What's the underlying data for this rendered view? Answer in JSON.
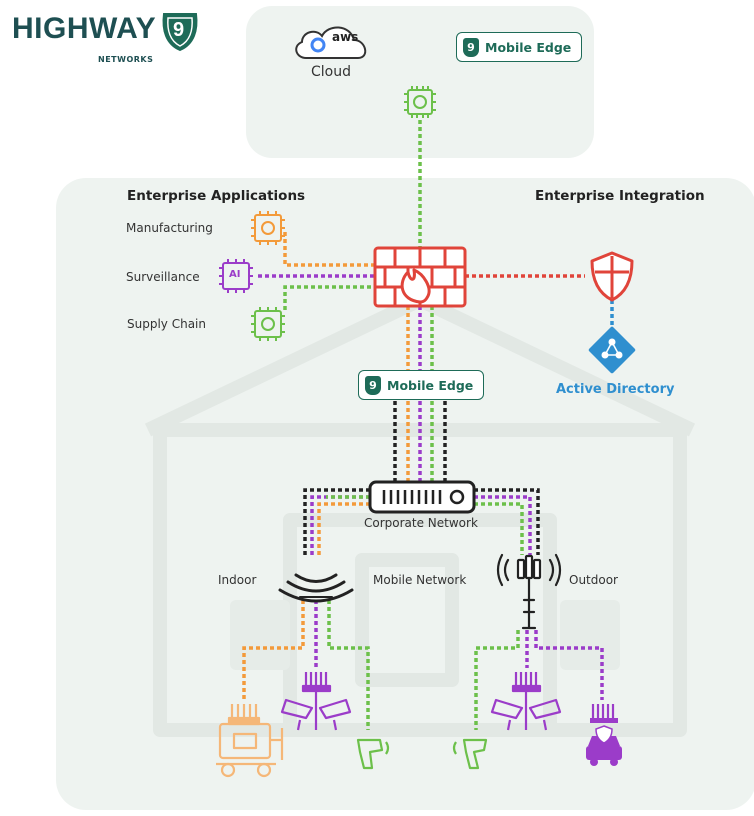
{
  "logo": {
    "word": "HIGHWAY",
    "number": "9",
    "sub": "NETWORKS"
  },
  "cloud": {
    "label": "Cloud",
    "aws": "aws",
    "mobile_edge": "Mobile Edge"
  },
  "enterprise_apps": {
    "title": "Enterprise Applications",
    "items": [
      "Manufacturing",
      "Surveillance",
      "Supply Chain"
    ],
    "ai_badge": "AI"
  },
  "enterprise_integration": {
    "title": "Enterprise Integration",
    "active_directory": "Active Directory"
  },
  "mobile_edge_label": "Mobile Edge",
  "corporate_network": "Corporate Network",
  "indoor": "Indoor",
  "mobile_network": "Mobile Network",
  "outdoor": "Outdoor",
  "colors": {
    "orange": "#f39a3a",
    "purple": "#9b3cc9",
    "green": "#6cc04a",
    "red": "#e0443a",
    "blue": "#2f8fcf",
    "teal": "#1e6b58",
    "black": "#222222"
  }
}
